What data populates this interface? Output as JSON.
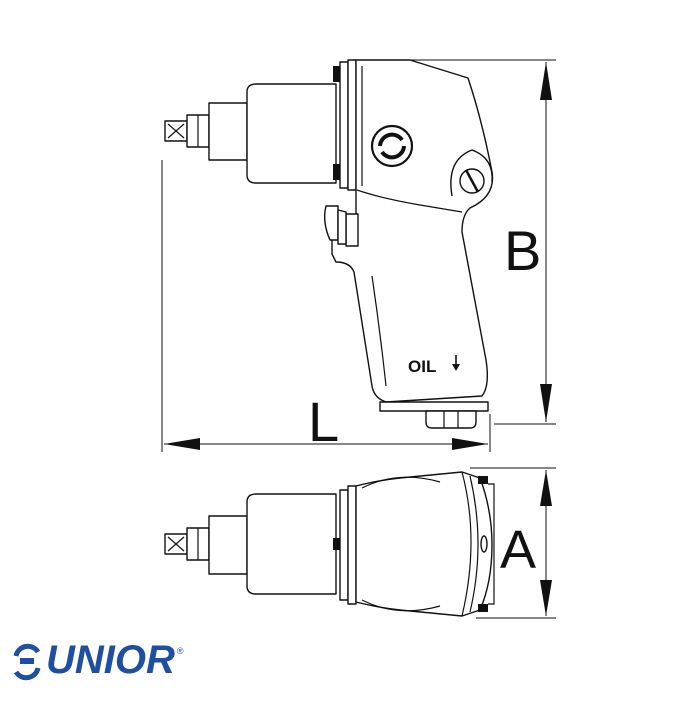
{
  "dimensions": {
    "length_label": "L",
    "height_label": "B",
    "width_label": "A"
  },
  "tool": {
    "oil_label": "OIL"
  },
  "brand": {
    "name": "UNIOR",
    "registered_mark": "®",
    "color": "#1f4fa0"
  }
}
